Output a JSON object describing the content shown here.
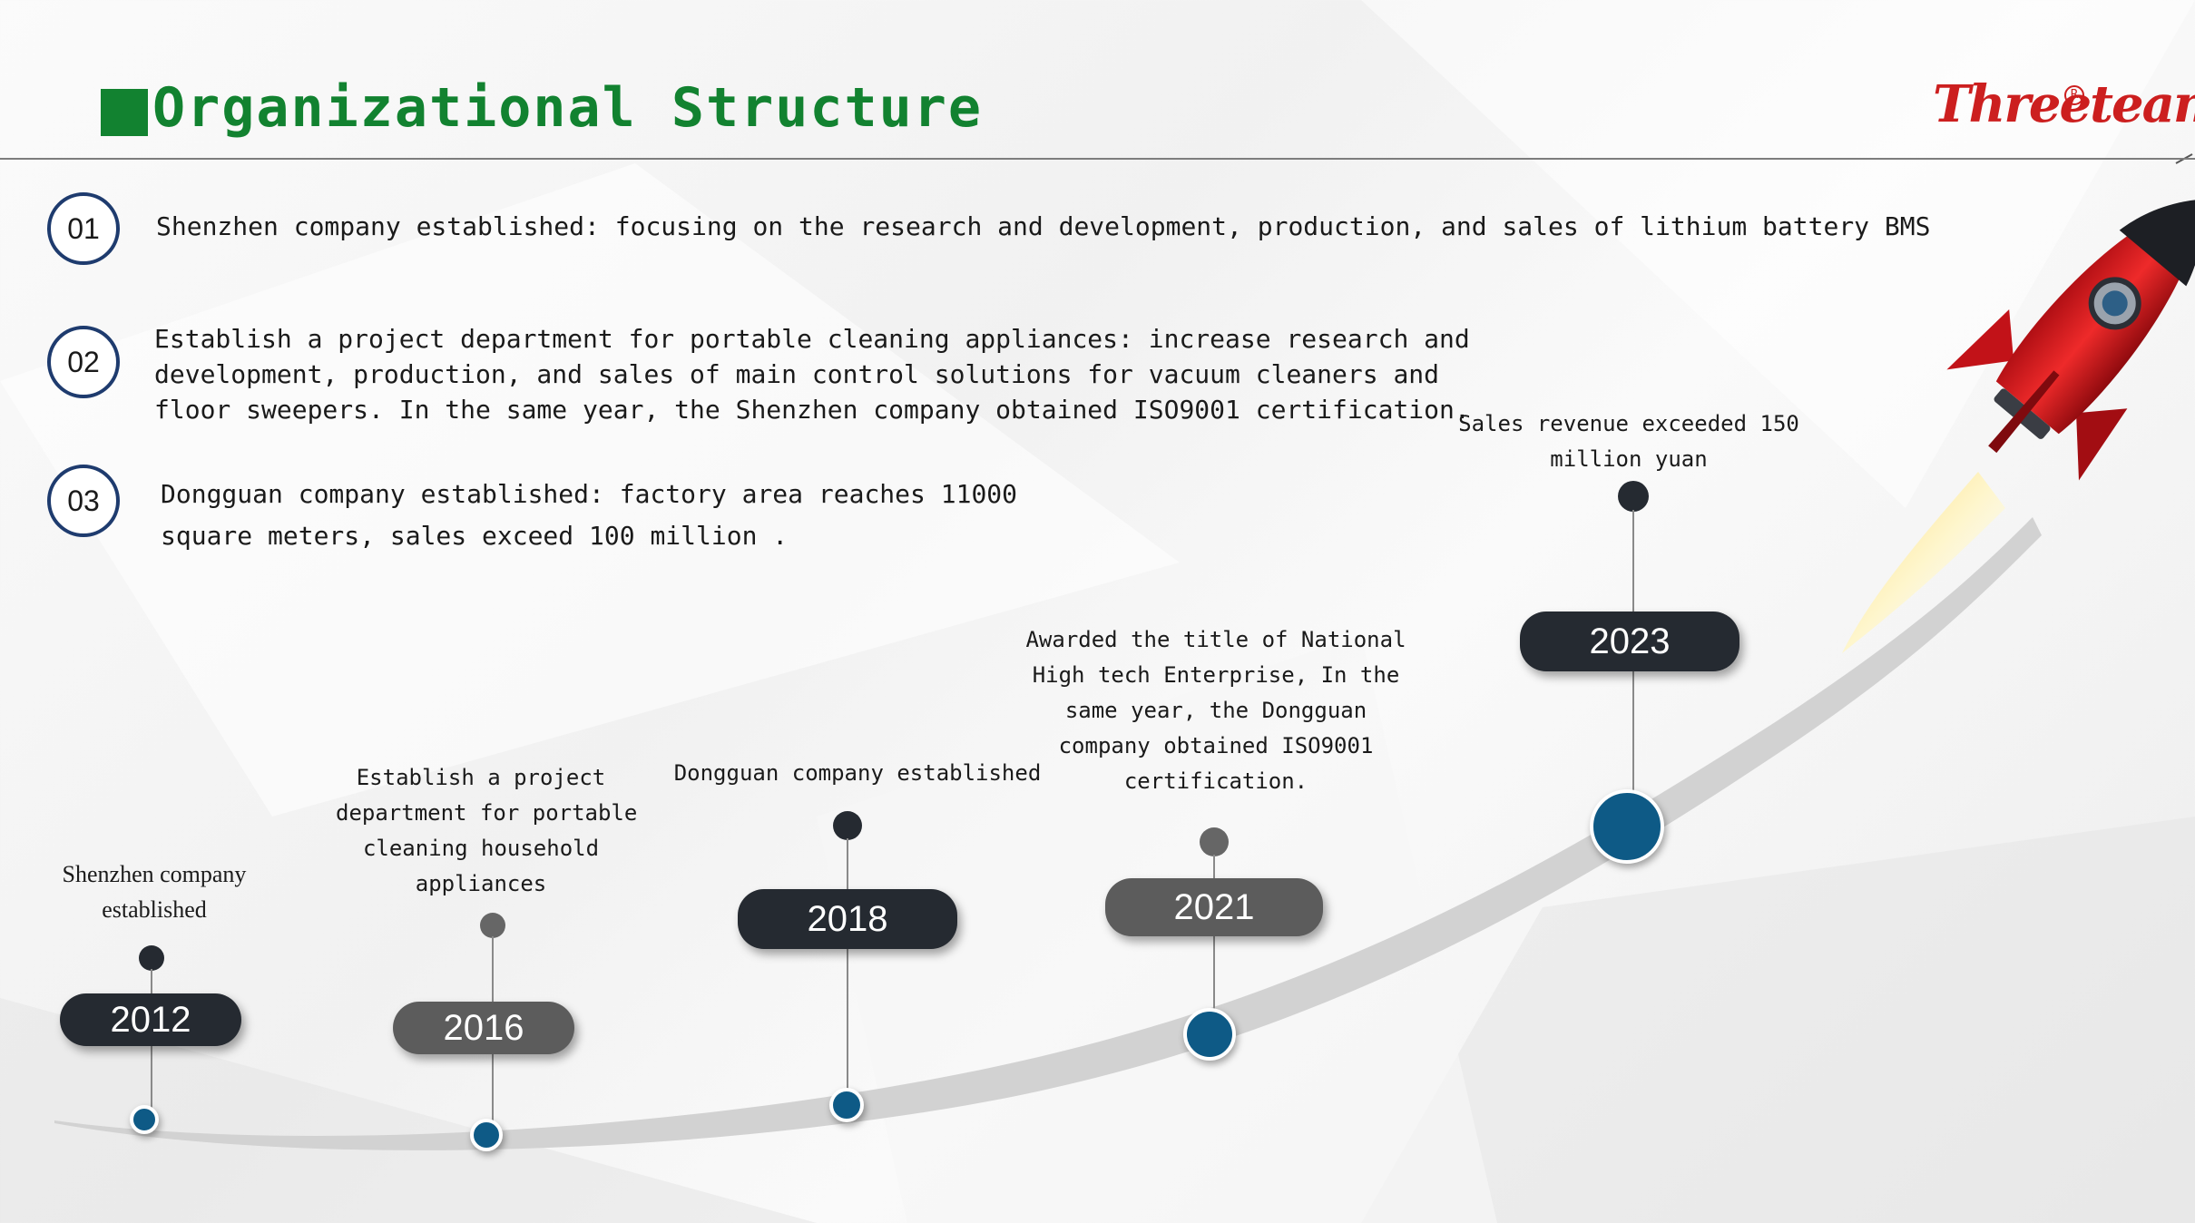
{
  "header": {
    "title": "Organizational Structure",
    "logo_text": "Threeteam",
    "logo_mark": "R",
    "accent_color": "#128230",
    "logo_color": "#cc1f1f"
  },
  "milestones": [
    {
      "number": "01",
      "text": [
        "Shenzhen company established: focusing on the research and development, production, and sales of lithium battery BMS"
      ]
    },
    {
      "number": "02",
      "text": [
        "Establish a project department for portable cleaning appliances: increase research and",
        "development, production, and sales of main control solutions for vacuum cleaners and",
        "floor sweepers. In the same year, the Shenzhen company obtained ISO9001 certification."
      ]
    },
    {
      "number": "03",
      "text": [
        "Dongguan company established: factory area reaches 11000",
        "square meters, sales exceed 100 million ."
      ]
    }
  ],
  "timeline": [
    {
      "year": "2012",
      "caption": [
        "Shenzhen company",
        "established"
      ]
    },
    {
      "year": "2016",
      "caption": [
        "Establish a project",
        "department for portable",
        "cleaning household",
        "appliances"
      ]
    },
    {
      "year": "2018",
      "caption": [
        "Dongguan company established"
      ]
    },
    {
      "year": "2021",
      "caption": [
        "Awarded the title of National",
        "High tech Enterprise, In the",
        "same year, the Dongguan",
        "company obtained ISO9001",
        "certification."
      ]
    },
    {
      "year": "2023",
      "caption": [
        "Sales revenue exceeded 150",
        "million yuan"
      ]
    }
  ],
  "icons": {
    "rocket": "rocket-icon",
    "logo": "threeteam-logo"
  },
  "colors": {
    "node_blue": "#0e5a86",
    "pill_dark": "#252a31",
    "pill_gray": "#5c5c5c",
    "circle_border": "#1e3b6e"
  }
}
